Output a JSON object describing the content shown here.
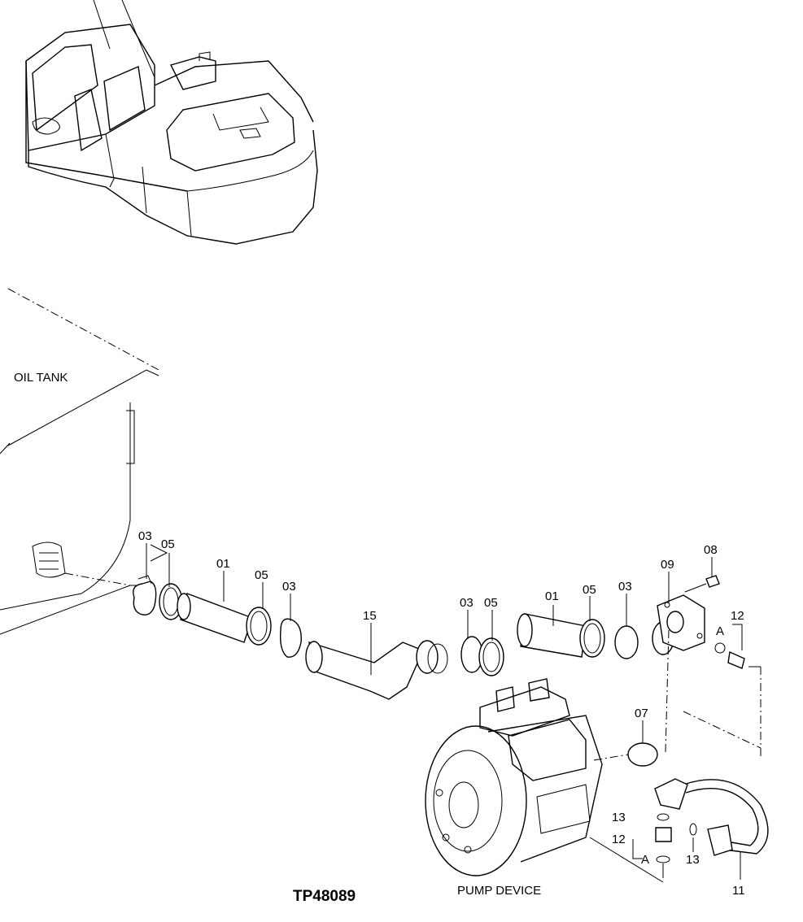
{
  "labels": {
    "oil_tank": "OIL TANK",
    "pump_device": "PUMP DEVICE",
    "drawing_code": "TP48089",
    "A_upper": "A",
    "A_lower": "A"
  },
  "parts": {
    "p03_a": "03",
    "p05_a": "05",
    "p01_a": "01",
    "p05_b": "05",
    "p03_b": "03",
    "p15": "15",
    "p03_c": "03",
    "p05_c": "05",
    "p01_b": "01",
    "p05_d": "05",
    "p03_d": "03",
    "p09": "09",
    "p08": "08",
    "p12_a": "12",
    "p07": "07",
    "p13_a": "13",
    "p12_b": "12",
    "p13_b": "13",
    "p11": "11"
  }
}
